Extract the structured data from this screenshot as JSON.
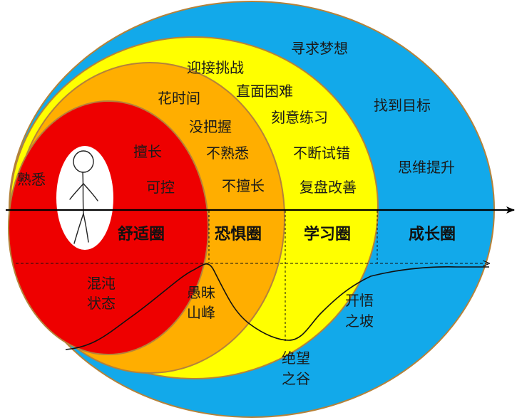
{
  "colors": {
    "growth_zone": "#12a9ea",
    "learning_zone": "#ffff00",
    "fear_zone": "#ffae00",
    "comfort_zone": "#ee0000",
    "ring_outline": "#b5823a",
    "person_oval": "#ffffff",
    "axis": "#000000"
  },
  "zones": {
    "comfort": "舒适圈",
    "fear": "恐惧圈",
    "learning": "学习圈",
    "growth": "成长圈"
  },
  "comfort_zone": {
    "familiar": "熟悉",
    "good_at": "擅长",
    "controllable": "可控",
    "chaos_line1": "混沌",
    "chaos_line2": "状态"
  },
  "fear_zone": {
    "spend_time": "花时间",
    "unsure": "没把握",
    "unfamiliar": "不熟悉",
    "not_good_at": "不擅长",
    "ignorance_line1": "愚昧",
    "ignorance_line2": "山峰"
  },
  "learning_zone": {
    "welcome_challenge": "迎接挑战",
    "face_difficulty": "直面困难",
    "deliberate_practice": "刻意练习",
    "trial_and_error": "不断试错",
    "review_improve": "复盘改善",
    "despair_line1": "绝望",
    "despair_line2": "之谷"
  },
  "growth_zone": {
    "seek_dream": "寻求梦想",
    "find_goal": "找到目标",
    "improve_thinking": "思维提升",
    "enlight_line1": "开悟",
    "enlight_line2": "之坡"
  },
  "icons": {
    "person": "stick-figure-icon",
    "axis_arrow": "arrow-right-icon"
  }
}
